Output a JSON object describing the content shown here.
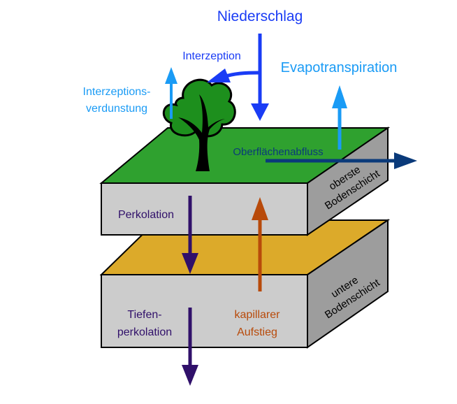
{
  "diagram": {
    "title": "Wasserhaushalt im Boden",
    "labels": {
      "precipitation": "Niederschlag",
      "interception": "Interzeption",
      "interception_evap_line1": "Interzeptions-",
      "interception_evap_line2": "verdunstung",
      "evapotranspiration": "Evapotranspiration",
      "surface_runoff": "Oberflächenabfluss",
      "upper_layer_line1": "oberste",
      "upper_layer_line2": "Bodenschicht",
      "lower_layer_line1": "untere",
      "lower_layer_line2": "Bodenschicht",
      "percolation": "Perkolation",
      "deep_percolation_line1": "Tiefen-",
      "deep_percolation_line2": "perkolation",
      "capillary_line1": "kapillarer",
      "capillary_line2": "Aufstieg"
    },
    "colors": {
      "precipitation": "#1a3cf5",
      "evaporation": "#1a9bf5",
      "runoff": "#0a3a7a",
      "percolation": "#30106a",
      "capillary": "#b84a0a",
      "grass": "#2fa12f",
      "subsoil_top": "#dcaa2a",
      "soil_front": "#cccccc",
      "soil_side": "#9d9d9d",
      "tree_crown": "#1d8f1d"
    }
  }
}
